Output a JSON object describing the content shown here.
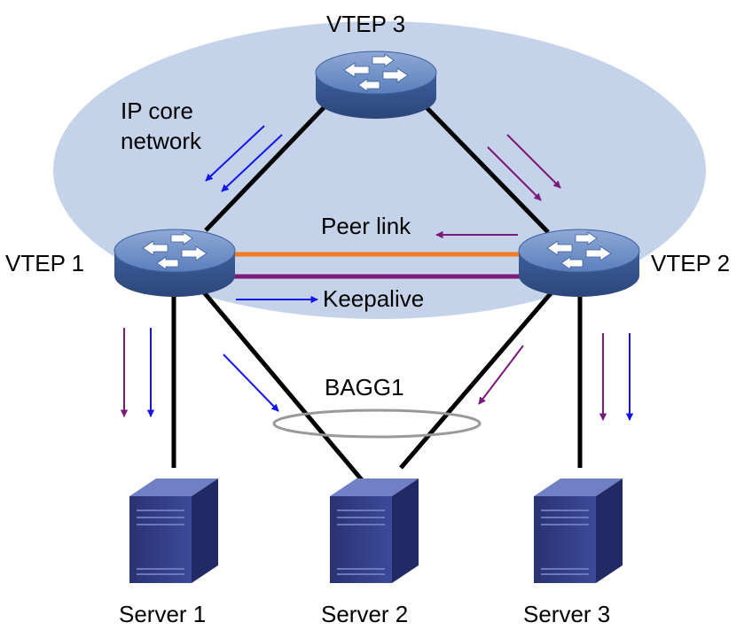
{
  "network_label": [
    "IP core",
    "network"
  ],
  "devices": {
    "vtep3": {
      "label": "VTEP 3",
      "icon": "switch-icon"
    },
    "vtep1": {
      "label": "VTEP 1",
      "icon": "switch-icon"
    },
    "vtep2": {
      "label": "VTEP 2",
      "icon": "switch-icon"
    }
  },
  "links": {
    "peer_link": "Peer link",
    "keepalive": "Keepalive",
    "aggregation": "BAGG1"
  },
  "servers": [
    {
      "label": "Server 1",
      "icon": "server-icon"
    },
    {
      "label": "Server 2",
      "icon": "server-icon"
    },
    {
      "label": "Server 3",
      "icon": "server-icon"
    }
  ],
  "colors": {
    "core_area": "#c5d3ea",
    "peer_link": "#f47a20",
    "keepalive": "#7b1a7b",
    "flow_purple": "#7b1a7b",
    "flow_blue": "#1414f0",
    "device": "#4e73ad",
    "server": "#3d4f9a",
    "bagg_ring": "#999999"
  }
}
